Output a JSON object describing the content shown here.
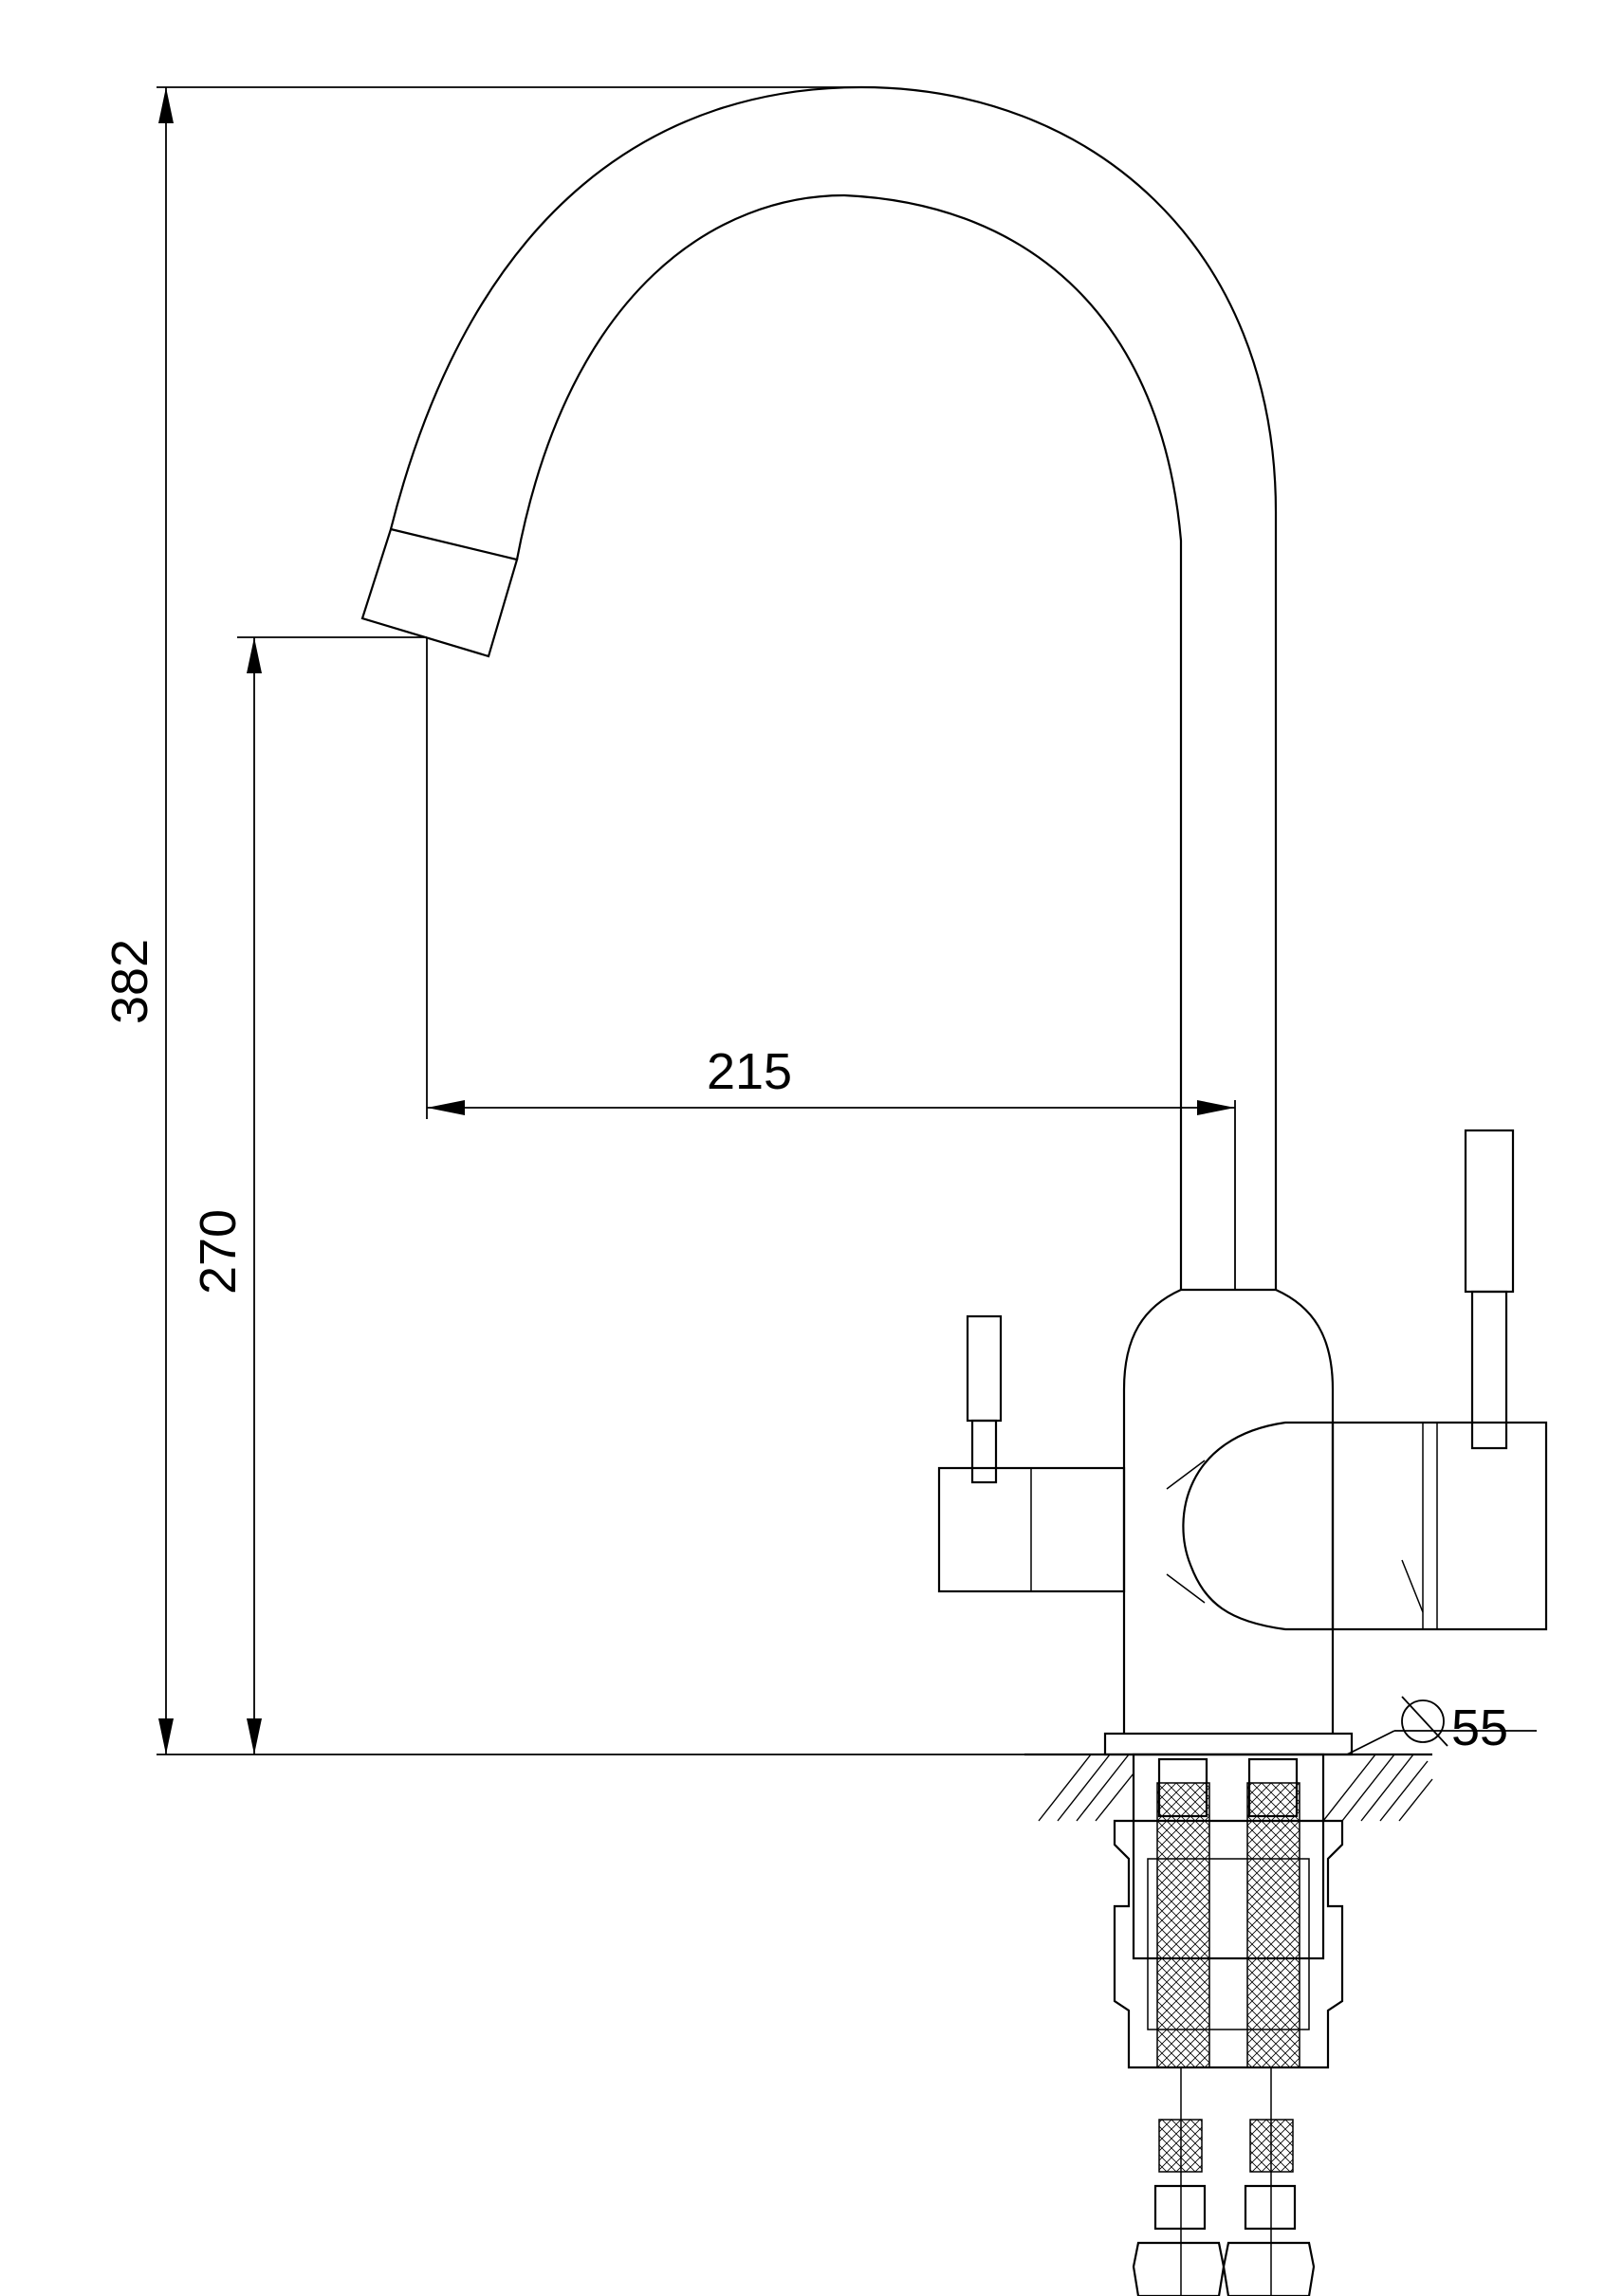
{
  "dimensions": {
    "overall_height": "382",
    "spout_height": "270",
    "spout_reach": "215",
    "base_diameter": "55"
  },
  "colors": {
    "line": "#000000",
    "background": "#ffffff"
  }
}
